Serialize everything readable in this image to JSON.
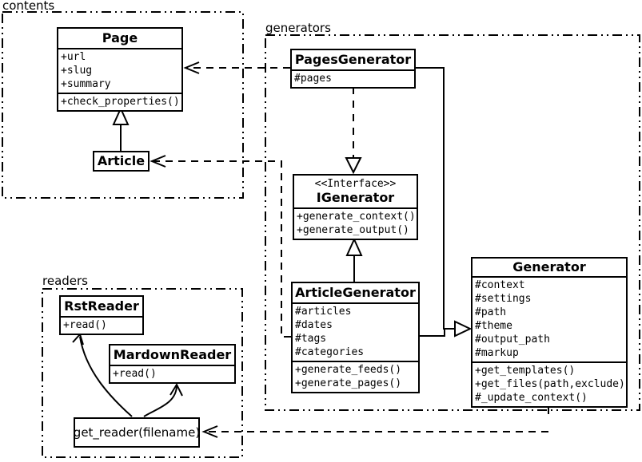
{
  "diagram": {
    "title": "UML class diagram",
    "colors": {
      "line": "#000000",
      "background": "#ffffff",
      "box_fill": "#ffffff"
    }
  },
  "packages": {
    "contents": {
      "label": "contents"
    },
    "generators": {
      "label": "generators"
    },
    "readers": {
      "label": "readers"
    }
  },
  "classes": {
    "page": {
      "name": "Page",
      "attributes": [
        "+url",
        "+slug",
        "+summary"
      ],
      "methods": [
        "+check_properties()"
      ]
    },
    "article": {
      "name": "Article"
    },
    "pages_generator": {
      "name": "PagesGenerator",
      "attributes": [
        "#pages"
      ]
    },
    "igenerator": {
      "stereotype": "<<Interface>>",
      "name": "IGenerator",
      "methods": [
        "+generate_context()",
        "+generate_output()"
      ]
    },
    "article_generator": {
      "name": "ArticleGenerator",
      "attributes": [
        "#articles",
        "#dates",
        "#tags",
        "#categories"
      ],
      "methods": [
        "+generate_feeds()",
        "+generate_pages()"
      ]
    },
    "generator": {
      "name": "Generator",
      "attributes": [
        "#context",
        "#settings",
        "#path",
        "#theme",
        "#output_path",
        "#markup"
      ],
      "methods": [
        "+get_templates()",
        "+get_files(path,exclude)",
        "#_update_context()"
      ]
    },
    "rst_reader": {
      "name": "RstReader",
      "methods": [
        "+read()"
      ]
    },
    "markdown_reader": {
      "name": "MardownReader",
      "methods": [
        "+read()"
      ]
    },
    "get_reader": {
      "label": "get_reader(filename)"
    }
  }
}
